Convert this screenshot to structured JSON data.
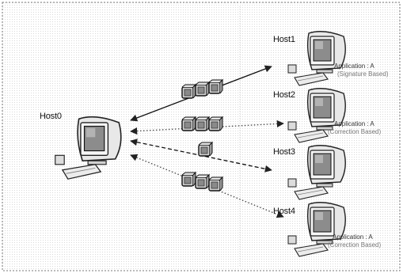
{
  "hosts": [
    {
      "name": "Host0"
    },
    {
      "name": "Host1",
      "app_line1": "Application : A",
      "app_line2": "(Signature Based)"
    },
    {
      "name": "Host2",
      "app_line1": "Application : A",
      "app_line2": "(Correction Based)"
    },
    {
      "name": "Host3"
    },
    {
      "name": "Host4",
      "app_line1": "Application : A",
      "app_line2": "(Correction Based)"
    }
  ],
  "connections": [
    {
      "to": "Host1",
      "style": "solid",
      "packets": 3
    },
    {
      "to": "Host2",
      "style": "dotted",
      "packets": 3
    },
    {
      "to": "Host3",
      "style": "dashed",
      "packets": 1
    },
    {
      "to": "Host4",
      "style": "dotted",
      "packets": 3
    }
  ],
  "icons": {
    "computer": "computer-icon",
    "packet": "packet-icon"
  }
}
